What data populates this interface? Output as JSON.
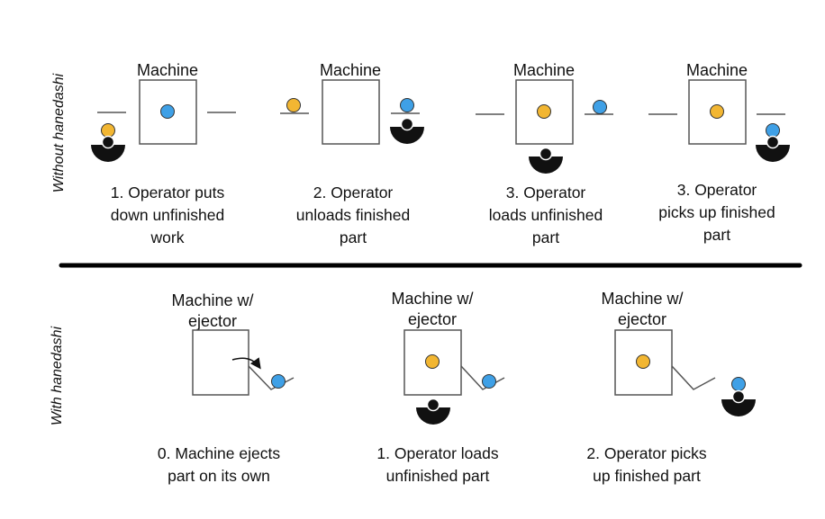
{
  "sections": {
    "without": {
      "label": "Without hanedashi"
    },
    "with": {
      "label": "With hanedashi"
    }
  },
  "top": {
    "machine_label": "Machine",
    "steps": [
      {
        "caption": [
          "1. Operator puts",
          "down unfinished",
          "work"
        ]
      },
      {
        "caption": [
          "2. Operator",
          "unloads finished",
          "part"
        ]
      },
      {
        "caption": [
          "3. Operator",
          "loads unfinished",
          "part"
        ]
      },
      {
        "caption": [
          "3. Operator",
          "picks up finished",
          "part"
        ]
      }
    ]
  },
  "bottom": {
    "machine_label": [
      "Machine w/",
      "ejector"
    ],
    "steps": [
      {
        "caption": [
          "0. Machine ejects",
          "part on its own"
        ]
      },
      {
        "caption": [
          "1. Operator loads",
          "unfinished part"
        ]
      },
      {
        "caption": [
          "2. Operator picks",
          "up finished part"
        ]
      }
    ]
  },
  "colors": {
    "unfinished_part": "#F2B632",
    "finished_part": "#3FA0E6",
    "operator": "#111111",
    "line": "#555555"
  }
}
